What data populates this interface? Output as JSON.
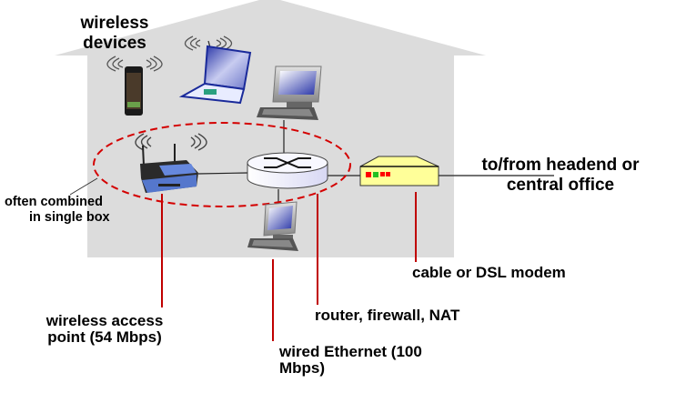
{
  "title": "Home network",
  "colors": {
    "house": "#dcdcdc",
    "callout_line": "#c00000",
    "dashed_ellipse": "#d40000",
    "modem_body": "#ffff99",
    "led_red": "#ff0000",
    "led_green": "#22c022",
    "router_body": "#eeeeff",
    "ap_blue": "#5577cc",
    "screen_blue": "#3344bb"
  },
  "labels": {
    "wireless_devices": [
      "wireless",
      "devices"
    ],
    "often_combined": [
      "often combined",
      "in single box"
    ],
    "headend": [
      "to/from headend or",
      "central office"
    ],
    "modem": "cable or DSL modem",
    "router": "router, firewall, NAT",
    "access_point": [
      "wireless access",
      "point (54 Mbps)"
    ],
    "ethernet": [
      "wired Ethernet (100",
      "Mbps)"
    ]
  },
  "devices": [
    {
      "id": "smartphone",
      "type": "wireless-device"
    },
    {
      "id": "laptop",
      "type": "wireless-device"
    },
    {
      "id": "desktop-top",
      "type": "wired-host"
    },
    {
      "id": "desktop-bottom",
      "type": "wired-host"
    },
    {
      "id": "wireless-access-point",
      "type": "access-point"
    },
    {
      "id": "router",
      "type": "router"
    },
    {
      "id": "modem",
      "type": "modem",
      "leds": [
        "red",
        "green",
        "red",
        "red"
      ]
    }
  ]
}
